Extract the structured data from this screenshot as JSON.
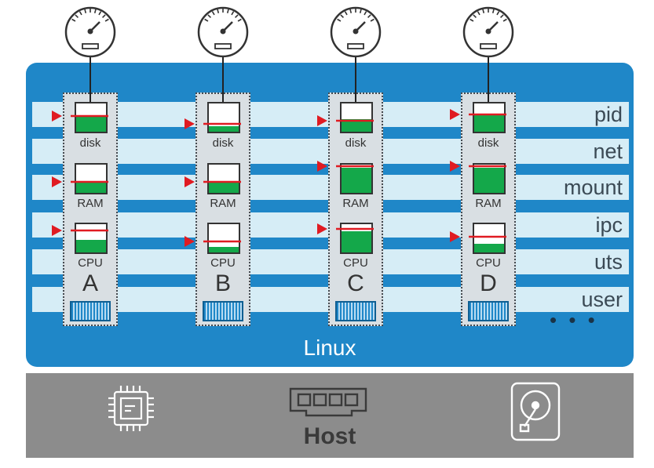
{
  "namespaces": [
    "pid",
    "net",
    "mount",
    "ipc",
    "uts",
    "user"
  ],
  "namespaces_more": "• • •",
  "linux_label": "Linux",
  "host_label": "Host",
  "resource_labels": {
    "disk": "disk",
    "ram": "RAM",
    "cpu": "CPU"
  },
  "containers": [
    {
      "name": "A",
      "disk_usage": 0.55,
      "ram_usage": 0.35,
      "cpu_usage": 0.45
    },
    {
      "name": "B",
      "disk_usage": 0.2,
      "ram_usage": 0.35,
      "cpu_usage": 0.2
    },
    {
      "name": "C",
      "disk_usage": 0.45,
      "ram_usage": 0.9,
      "cpu_usage": 0.75
    },
    {
      "name": "D",
      "disk_usage": 0.65,
      "ram_usage": 0.9,
      "cpu_usage": 0.3
    }
  ],
  "colors": {
    "linux_panel": "#1f87c8",
    "namespace_band": "#d6edf6",
    "usage_fill": "#14a84a",
    "limit_marker": "#e01b22",
    "host_panel": "#8c8c8c"
  },
  "icons": {
    "container_meter": "gauge-icon",
    "host_cpu": "cpu-chip-icon",
    "host_ram": "ram-module-icon",
    "host_disk": "hard-disk-icon"
  }
}
